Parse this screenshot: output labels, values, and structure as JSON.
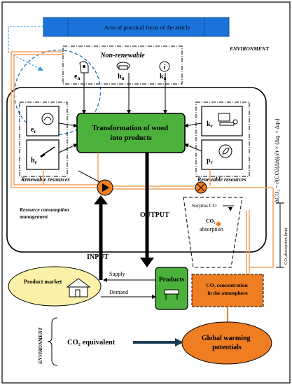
{
  "title_box": "Area of practical focus of the article",
  "environment_top": "ENVIRONMENT",
  "environment_side": "ENVIRONMENT",
  "nonrenewable": {
    "title": "Non-renewable",
    "labels": [
      "e",
      "h",
      "k"
    ],
    "subscripts": [
      "n",
      "n",
      "n"
    ]
  },
  "renewable_left": {
    "title": "Renewable resources",
    "labels": [
      "e",
      "h"
    ],
    "subscripts": [
      "r",
      "r"
    ]
  },
  "renewable_right": {
    "title": "Renewable resources",
    "labels": [
      "k",
      "p"
    ],
    "subscripts": [
      "r",
      "r"
    ]
  },
  "transformation": "Transformation of wood into products",
  "resource_mgmt": "Resource consumption management",
  "input_label": "INPUT",
  "output_label": "OUTPUT",
  "surplus": "Surplus CO",
  "co2_label": "CO₂",
  "absorption": "absorption",
  "absorption_limit": "CO₂absorption limit",
  "formula": "ΔCO₂ = ∂(CO2(Δh))/∂t × (Δqᵣ + Δqₙ)",
  "supply": "Supply",
  "demand": "Demand",
  "product_market": "Product market",
  "products": "Products",
  "co2_concentration": "CO₂ concentration in the atmosphere",
  "co2_equivalent": "CO₂ equivalent",
  "global_warming": "Global warming potentials",
  "colors": {
    "blue_box": "#1a73d9",
    "green_box": "#4cb13b",
    "orange_line": "#f5a25c",
    "orange_box": "#ef7d22",
    "yellow": "#fbf1a8",
    "arrow_dark": "#1b3d4f"
  }
}
